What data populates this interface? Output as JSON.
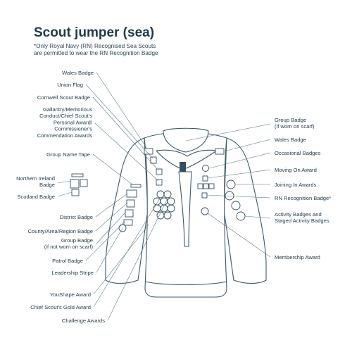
{
  "title": "Scout jumper (sea)",
  "note_line1": "*Only Royal Navy (RN) Recognised Sea Scouts",
  "note_line2": "are permitted to wear the RN Recognition Badge",
  "left_labels": [
    [
      "Wales Badge"
    ],
    [
      "Union Flag"
    ],
    [
      "Cornwell Scout Badge"
    ],
    [
      "Gallantry/Meritorious",
      "Conduct/Chief Scout's",
      "Personal Award/",
      "Commissioner's",
      "Commendation Awards"
    ],
    [
      "Group Name Tape"
    ],
    [
      "Northern Ireland",
      "Badge"
    ],
    [
      "Scotland Badge"
    ],
    [
      "District Badge"
    ],
    [
      "County/Area/Region Badge"
    ],
    [
      "Group Badge",
      "(if not worn on scarf)"
    ],
    [
      "Patrol Badge"
    ],
    [
      "Leadership Stripe"
    ],
    [
      "YouShape Award"
    ],
    [
      "Chief Scout's Gold Award"
    ],
    [
      "Challenge Awards"
    ]
  ],
  "right_labels": [
    [
      "Group Badge",
      "(if worn on scarf)"
    ],
    [
      "Wales Badge"
    ],
    [
      "Occasional Badges"
    ],
    [
      "Moving On Award"
    ],
    [
      "Joining In Awards"
    ],
    [
      "RN Recognition Badge*"
    ],
    [
      "Activity Badges and",
      "Staged Activity Badges"
    ],
    [
      "Membership Award"
    ]
  ],
  "colors": {
    "ink": "#1f3a4a",
    "line": "#5f7f8d",
    "badge": "#33505e"
  }
}
